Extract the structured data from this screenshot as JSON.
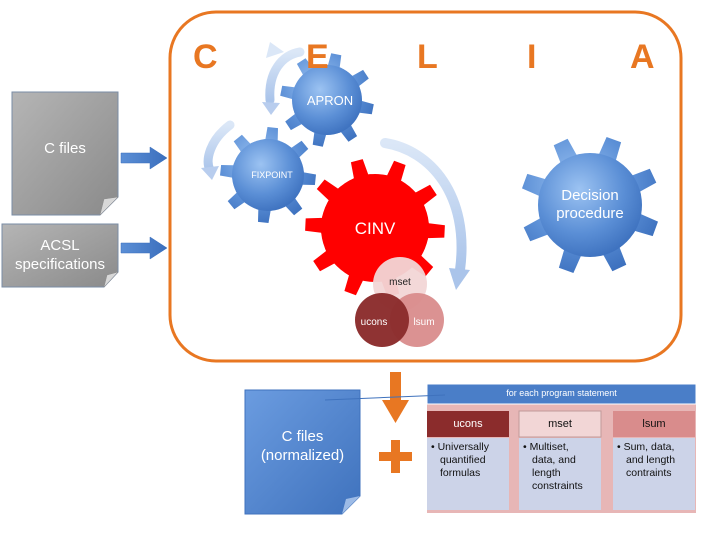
{
  "celia_letters": [
    "C",
    "E",
    "L",
    "I",
    "A"
  ],
  "inputs": {
    "c_files": "C files",
    "acsl_line1": "ACSL",
    "acsl_line2": "specifications"
  },
  "gears": {
    "apron": "APRON",
    "fixpoint": "FIXPOINT",
    "cinv": "CINV",
    "decision_line1": "Decision",
    "decision_line2": "procedure"
  },
  "circles": {
    "mset": "mset",
    "ucons": "ucons",
    "lsum": "lsum"
  },
  "output": {
    "line1": "C files",
    "line2": "(normalized)"
  },
  "table": {
    "banner": "for each program statement",
    "columns": [
      {
        "header": "ucons",
        "lines": [
          "Universally",
          "quantified",
          "formulas"
        ]
      },
      {
        "header": "mset",
        "lines": [
          "Multiset,",
          "data, and",
          "length",
          "constraints"
        ]
      },
      {
        "header": "lsum",
        "lines": [
          "Sum, data,",
          "and length",
          "contraints"
        ]
      }
    ]
  },
  "colors": {
    "orange": "#e87722",
    "gear_blue": "#5b8fd6",
    "cinv_red": "#ff0000",
    "ucons_dark": "#8b2c2c",
    "mset_pink": "#f2d6d6",
    "lsum_rose": "#d98c8c",
    "doc_gray": "#9a9a9a",
    "doc_blue": "#4a7ec8"
  }
}
